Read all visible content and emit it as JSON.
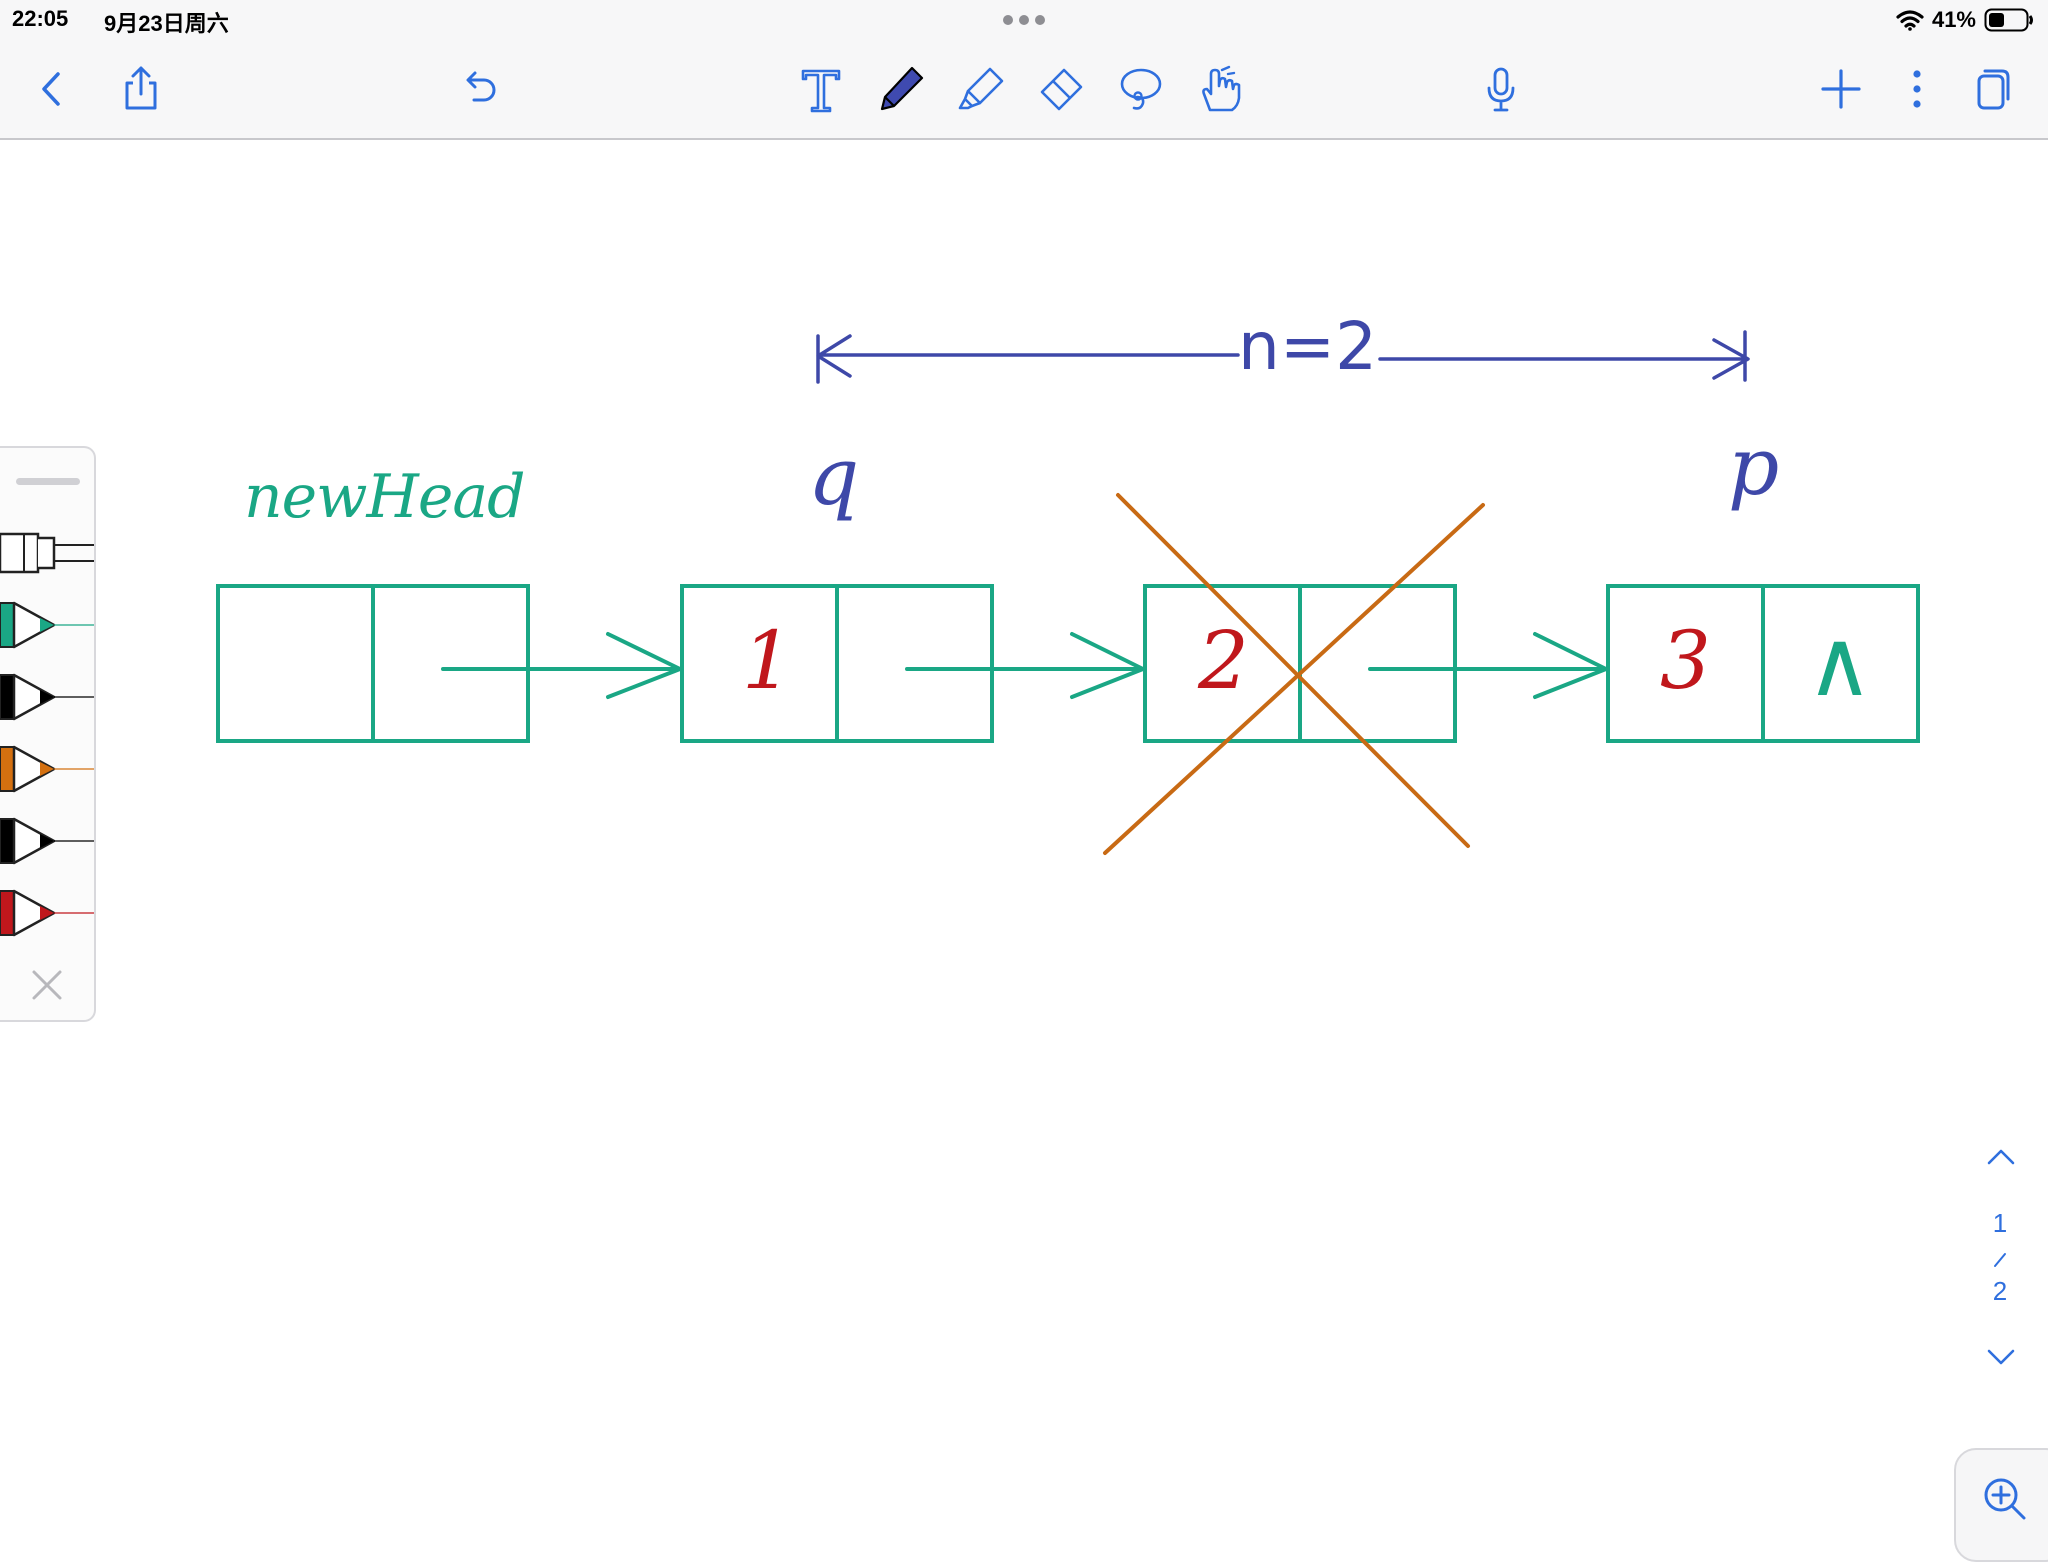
{
  "status": {
    "time": "22:05",
    "date": "9月23日周六",
    "battery": "41%"
  },
  "toolbar": {
    "left": [
      "back-icon",
      "share-icon",
      "undo-icon"
    ],
    "tools": [
      "text-tool-icon",
      "pen-tool-icon",
      "highlighter-icon",
      "eraser-icon",
      "lasso-icon",
      "hand-pointer-icon"
    ],
    "right": [
      "microphone-icon",
      "plus-icon",
      "more-vertical-icon",
      "pages-icon"
    ],
    "accent": "#2f6fde"
  },
  "note": {
    "new_head_label": "newHead",
    "q_label": "q",
    "p_label": "p",
    "distance_label": "n=2",
    "node_values": [
      "1",
      "2",
      "3"
    ],
    "null_marker": "∧",
    "colors": {
      "node": "#1aa785",
      "value": "#c0171c",
      "measure": "#3e48a8",
      "cross": "#c86a14"
    }
  },
  "pen_panel": {
    "pens": [
      {
        "name": "pen-outline",
        "color": "#ffffff"
      },
      {
        "name": "pen-green",
        "color": "#1aa785"
      },
      {
        "name": "pen-black-1",
        "color": "#000000"
      },
      {
        "name": "pen-orange",
        "color": "#d47010"
      },
      {
        "name": "pen-black-2",
        "color": "#000000"
      },
      {
        "name": "pen-red",
        "color": "#c0171c"
      }
    ]
  },
  "pager": {
    "current": "1",
    "total": "2"
  }
}
